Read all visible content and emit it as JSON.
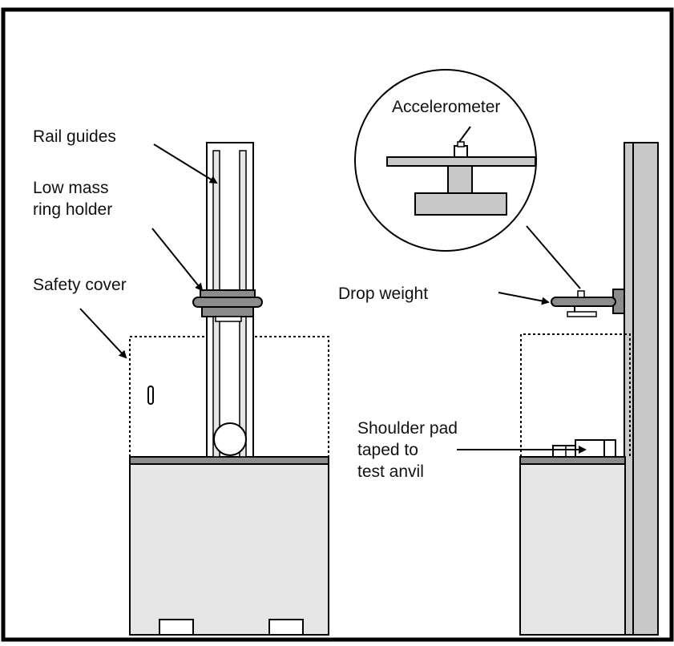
{
  "labels": {
    "rail_guides": "Rail guides",
    "low_mass_ring_holder_line1": "Low mass",
    "low_mass_ring_holder_line2": "ring holder",
    "safety_cover": "Safety cover",
    "accelerometer": "Accelerometer",
    "drop_weight": "Drop weight",
    "shoulder_pad_line1": "Shoulder pad",
    "shoulder_pad_line2": "taped to",
    "shoulder_pad_line3": "test anvil"
  },
  "colors": {
    "outline": "#000000",
    "panel_fill": "#e6e6e6",
    "part_fill": "#c8c8c8",
    "dark_part": "#8c8c8c",
    "background": "#ffffff"
  }
}
